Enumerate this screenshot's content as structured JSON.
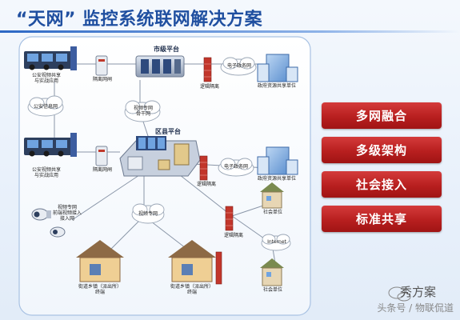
{
  "title": "“天网” 监控系统联网解决方案",
  "nodes": {
    "city_platform": "市级平台",
    "district_platform": "区县平台",
    "video_private_net": "视频专网\n骨干网",
    "public_security_net": "公安信息网",
    "egov_net_top": "电子政务网",
    "egov_net_mid": "电子政务网",
    "video_private_net_bottom": "视频专网",
    "police_app_top": "公安视频共享\n与实战应用",
    "police_app_mid": "公安视频共享\n与实战应用",
    "isolation_top": "隔离网闸",
    "isolation_mid": "隔离网闸",
    "logic_iso_top": "逻辑隔离",
    "logic_iso_mid": "逻辑隔离",
    "logic_iso_bottom": "逻辑隔离",
    "gov_unit_top": "政府资源共享单位",
    "gov_unit_mid": "政府资源共享单位",
    "community_top": "社会单位",
    "community_bottom": "社会单位",
    "camera_access": "视频专网\n前端视频接入\n接入网",
    "internet": "Internet",
    "street_terminal_left": "街道乡镇（派出所）\n终端",
    "street_terminal_right": "街道乡镇（派出所）\n终端"
  },
  "features": [
    "多网融合",
    "多级架构",
    "社会接入",
    "标准共享"
  ],
  "watermark": {
    "line1": "秀方案",
    "line2": "头条号 / 物联侃道"
  },
  "colors": {
    "accent_red": "#c02626",
    "title_blue": "#1f4fa0",
    "link_gray": "#8a96a8"
  }
}
